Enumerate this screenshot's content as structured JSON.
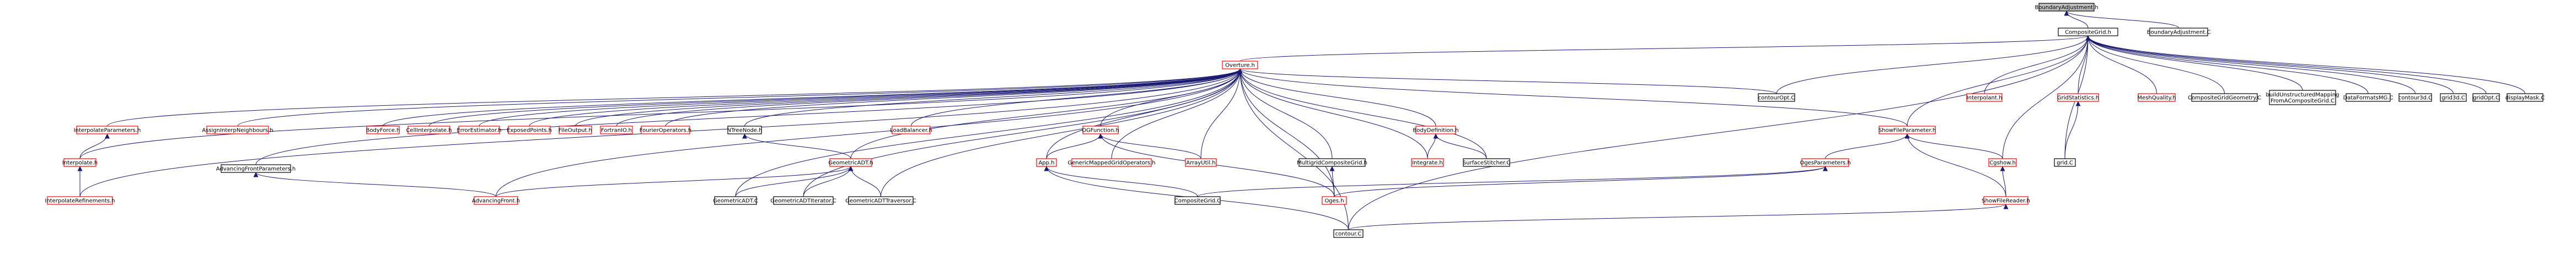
{
  "colors": {
    "edge": "#191970",
    "documented_border": "#000000",
    "undocumented_border": "#ff0000",
    "root_fill": "#bfbfbf",
    "node_fill": "#ffffff",
    "text": "#000000"
  },
  "nodes": [
    {
      "id": "boundaryadjustment-h",
      "label": "BoundaryAdjustment.h",
      "style": "root"
    },
    {
      "id": "compositegrid-h",
      "label": "CompositeGrid.h",
      "style": "documented"
    },
    {
      "id": "boundaryadjustment-c",
      "label": "BoundaryAdjustment.C",
      "style": "documented"
    },
    {
      "id": "overture-h",
      "label": "Overture.h",
      "style": "undocumented"
    },
    {
      "id": "contouropt-c",
      "label": "contourOpt.C",
      "style": "documented"
    },
    {
      "id": "interpolant-h",
      "label": "Interpolant.h",
      "style": "undocumented"
    },
    {
      "id": "gridstatistics-h",
      "label": "GridStatistics.h",
      "style": "undocumented"
    },
    {
      "id": "meshquality-h",
      "label": "MeshQuality.h",
      "style": "undocumented"
    },
    {
      "id": "compositegridgeometry-c",
      "label": "CompositeGridGeometry.C",
      "style": "documented"
    },
    {
      "id": "buildunstructured-c",
      "label": "buildUnstructuredMapping\nFromACompositeGrid.C",
      "style": "documented"
    },
    {
      "id": "dataformatsmg-c",
      "label": "DataFormatsMG.C",
      "style": "documented"
    },
    {
      "id": "contour3d-c",
      "label": "contour3d.C",
      "style": "documented"
    },
    {
      "id": "grid3d-c",
      "label": "grid3d.C",
      "style": "documented"
    },
    {
      "id": "gridopt-c",
      "label": "gridOpt.C",
      "style": "documented"
    },
    {
      "id": "displaymask-c",
      "label": "displayMask.C",
      "style": "documented"
    },
    {
      "id": "interpolateparameters-h",
      "label": "InterpolateParameters.h",
      "style": "undocumented"
    },
    {
      "id": "assignloopneighbours-h",
      "label": "AssignInterpNeighbours.h",
      "style": "undocumented"
    },
    {
      "id": "advancingfrontparameters-h",
      "label": "AdvancingFrontParameters.h",
      "style": "documented"
    },
    {
      "id": "bodyforce-h",
      "label": "BodyForce.h",
      "style": "undocumented"
    },
    {
      "id": "cellinterpolate-h",
      "label": "CellInterpolate.h",
      "style": "undocumented"
    },
    {
      "id": "errorestimator-h",
      "label": "ErrorEstimator.h",
      "style": "undocumented"
    },
    {
      "id": "exposedpoints-h",
      "label": "ExposedPoints.h",
      "style": "undocumented"
    },
    {
      "id": "fileoutput-h",
      "label": "FileOutput.h",
      "style": "undocumented"
    },
    {
      "id": "fortranio-h",
      "label": "FortranIO.h",
      "style": "undocumented"
    },
    {
      "id": "fourieroperators-h",
      "label": "FourierOperators.h",
      "style": "undocumented"
    },
    {
      "id": "ntreenode-h",
      "label": "NTreeNode.h",
      "style": "documented"
    },
    {
      "id": "loadbalancer-h",
      "label": "LoadBalancer.h",
      "style": "undocumented"
    },
    {
      "id": "ogfunction-h",
      "label": "OGFunction.h",
      "style": "undocumented"
    },
    {
      "id": "bodydefinition-h",
      "label": "BodyDefinition.h",
      "style": "undocumented"
    },
    {
      "id": "showfileparameter-h",
      "label": "ShowFileParameter.h",
      "style": "undocumented"
    },
    {
      "id": "interpolate-h",
      "label": "Interpolate.h",
      "style": "undocumented"
    },
    {
      "id": "geometricadt-h",
      "label": "GeometricADT.h",
      "style": "undocumented"
    },
    {
      "id": "app-h",
      "label": "App.h",
      "style": "undocumented"
    },
    {
      "id": "genericmappedgridoperators-h",
      "label": "GenericMappedGridOperators.h",
      "style": "undocumented"
    },
    {
      "id": "arrayutil-h",
      "label": "ArrayUtil.h",
      "style": "undocumented"
    },
    {
      "id": "multigridcompositegrid-h",
      "label": "MultigridCompositeGrid.h",
      "style": "documented"
    },
    {
      "id": "integrate-h",
      "label": "Integrate.h",
      "style": "undocumented"
    },
    {
      "id": "surfacestitcher-c",
      "label": "SurfaceStitcher.C",
      "style": "documented"
    },
    {
      "id": "ogesparameters-h",
      "label": "OgesParameters.h",
      "style": "undocumented"
    },
    {
      "id": "cgshow-h",
      "label": "Cgshow.h",
      "style": "undocumented"
    },
    {
      "id": "grid-c",
      "label": "grid.C",
      "style": "documented"
    },
    {
      "id": "interpolaterefinements-h",
      "label": "InterpolateRefinements.h",
      "style": "undocumented"
    },
    {
      "id": "advancingfront-h",
      "label": "AdvancingFront.h",
      "style": "undocumented"
    },
    {
      "id": "geometricadt-c",
      "label": "GeometricADT.C",
      "style": "documented"
    },
    {
      "id": "geometricadtiterator-c",
      "label": "GeometricADTIterator.C",
      "style": "documented"
    },
    {
      "id": "geometricadttraversor-c",
      "label": "GeometricADTTraversor.C",
      "style": "documented"
    },
    {
      "id": "compositegrid-c",
      "label": "CompositeGrid.C",
      "style": "documented"
    },
    {
      "id": "oges-h",
      "label": "Oges.h",
      "style": "undocumented"
    },
    {
      "id": "showfilereader-h",
      "label": "ShowFileReader.h",
      "style": "undocumented"
    },
    {
      "id": "contour-c",
      "label": "contour.C",
      "style": "documented"
    }
  ],
  "edges": [
    [
      "compositegrid-h",
      "boundaryadjustment-h"
    ],
    [
      "boundaryadjustment-c",
      "boundaryadjustment-h"
    ],
    [
      "overture-h",
      "compositegrid-h"
    ],
    [
      "contouropt-c",
      "compositegrid-h"
    ],
    [
      "interpolant-h",
      "compositegrid-h"
    ],
    [
      "gridstatistics-h",
      "compositegrid-h"
    ],
    [
      "meshquality-h",
      "compositegrid-h"
    ],
    [
      "compositegridgeometry-c",
      "compositegrid-h"
    ],
    [
      "buildunstructured-c",
      "compositegrid-h"
    ],
    [
      "dataformatsmg-c",
      "compositegrid-h"
    ],
    [
      "contour3d-c",
      "compositegrid-h"
    ],
    [
      "grid3d-c",
      "compositegrid-h"
    ],
    [
      "gridopt-c",
      "compositegrid-h"
    ],
    [
      "displaymask-c",
      "compositegrid-h"
    ],
    [
      "showfileparameter-h",
      "compositegrid-h"
    ],
    [
      "cgshow-h",
      "compositegrid-h"
    ],
    [
      "grid-c",
      "compositegrid-h"
    ],
    [
      "contour-c",
      "compositegrid-h"
    ],
    [
      "interpolateparameters-h",
      "overture-h"
    ],
    [
      "assignloopneighbours-h",
      "overture-h"
    ],
    [
      "advancingfrontparameters-h",
      "overture-h"
    ],
    [
      "bodyforce-h",
      "overture-h"
    ],
    [
      "cellinterpolate-h",
      "overture-h"
    ],
    [
      "errorestimator-h",
      "overture-h"
    ],
    [
      "exposedpoints-h",
      "overture-h"
    ],
    [
      "fileoutput-h",
      "overture-h"
    ],
    [
      "fortranio-h",
      "overture-h"
    ],
    [
      "fourieroperators-h",
      "overture-h"
    ],
    [
      "ntreenode-h",
      "overture-h"
    ],
    [
      "loadbalancer-h",
      "overture-h"
    ],
    [
      "ogfunction-h",
      "overture-h"
    ],
    [
      "bodydefinition-h",
      "overture-h"
    ],
    [
      "contouropt-c",
      "overture-h"
    ],
    [
      "showfileparameter-h",
      "overture-h"
    ],
    [
      "interpolate-h",
      "overture-h"
    ],
    [
      "geometricadt-h",
      "overture-h"
    ],
    [
      "app-h",
      "overture-h"
    ],
    [
      "genericmappedgridoperators-h",
      "overture-h"
    ],
    [
      "arrayutil-h",
      "overture-h"
    ],
    [
      "multigridcompositegrid-h",
      "overture-h"
    ],
    [
      "integrate-h",
      "overture-h"
    ],
    [
      "surfacestitcher-c",
      "overture-h"
    ],
    [
      "interpolaterefinements-h",
      "overture-h"
    ],
    [
      "advancingfront-h",
      "overture-h"
    ],
    [
      "geometricadt-c",
      "overture-h"
    ],
    [
      "geometricadtiterator-c",
      "overture-h"
    ],
    [
      "geometricadttraversor-c",
      "overture-h"
    ],
    [
      "oges-h",
      "overture-h"
    ],
    [
      "contour-c",
      "overture-h"
    ],
    [
      "interpolate-h",
      "interpolateparameters-h"
    ],
    [
      "interpolaterefinements-h",
      "interpolate-h"
    ],
    [
      "advancingfront-h",
      "advancingfrontparameters-h"
    ],
    [
      "geometricadt-h",
      "ntreenode-h"
    ],
    [
      "app-h",
      "ogfunction-h"
    ],
    [
      "arrayutil-h",
      "ogfunction-h"
    ],
    [
      "oges-h",
      "ogfunction-h"
    ],
    [
      "integrate-h",
      "bodydefinition-h"
    ],
    [
      "surfacestitcher-c",
      "bodydefinition-h"
    ],
    [
      "advancingfront-h",
      "geometricadt-h"
    ],
    [
      "geometricadt-c",
      "geometricadt-h"
    ],
    [
      "geometricadtiterator-c",
      "geometricadt-h"
    ],
    [
      "geometricadttraversor-c",
      "geometricadt-h"
    ],
    [
      "compositegrid-c",
      "app-h"
    ],
    [
      "contour-c",
      "app-h"
    ],
    [
      "oges-h",
      "multigridcompositegrid-h"
    ],
    [
      "ogesparameters-h",
      "showfileparameter-h"
    ],
    [
      "cgshow-h",
      "showfileparameter-h"
    ],
    [
      "showfilereader-h",
      "showfileparameter-h"
    ],
    [
      "compositegrid-c",
      "ogesparameters-h"
    ],
    [
      "oges-h",
      "ogesparameters-h"
    ],
    [
      "showfilereader-h",
      "cgshow-h"
    ],
    [
      "grid-c",
      "gridstatistics-h"
    ],
    [
      "contour-c",
      "showfilereader-h"
    ]
  ]
}
